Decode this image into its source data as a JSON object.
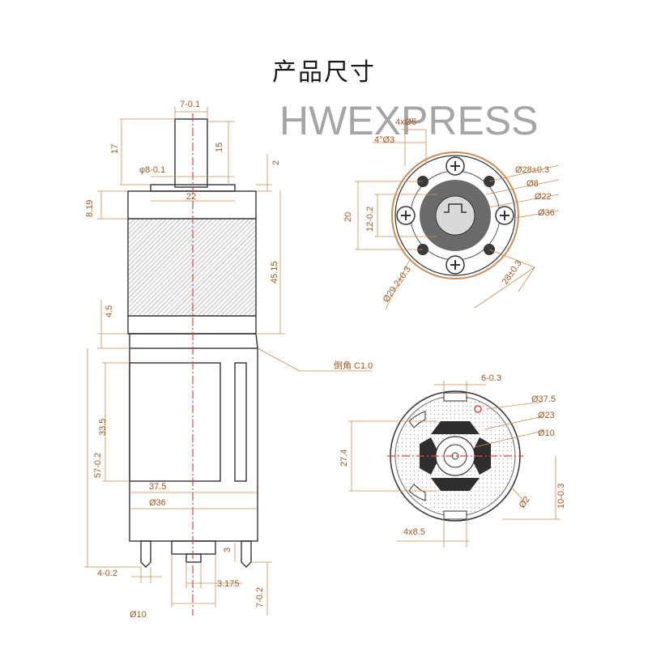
{
  "title": "产品尺寸",
  "watermark": "HWEXPRESS",
  "colors": {
    "outline": "#333333",
    "dimension": "#a2581e",
    "centerline": "#e0463c",
    "hatch": "#9a9a9a"
  },
  "side_view": {
    "shaft": {
      "dims": [
        "7-0.1",
        "17",
        "15",
        "φ8-0.1",
        "2"
      ]
    },
    "gearbox": {
      "dims": [
        "8.19",
        "22",
        "45.15",
        "4.5"
      ]
    },
    "motor": {
      "dims": [
        "57-0.2",
        "33.5",
        "37.5",
        "Ø36"
      ],
      "chamfer_label": "倒角 C1.0"
    },
    "terminals": {
      "dims": [
        "4-0.2",
        "3",
        "3.175",
        "Ø10",
        "7-0.2"
      ]
    }
  },
  "front_view": {
    "dims": [
      "4xØ5",
      "4°Ø3",
      "Ø28±0.3",
      "Ø8",
      "Ø22",
      "Ø36",
      "20",
      "12-0.2",
      "Ø29.2±0.3",
      "28±0.3"
    ]
  },
  "rear_view": {
    "dims": [
      "6-0.3",
      "Ø37.5",
      "Ø23",
      "Ø10",
      "27.4",
      "Ø2",
      "10-0.3",
      "4x8.5"
    ]
  }
}
